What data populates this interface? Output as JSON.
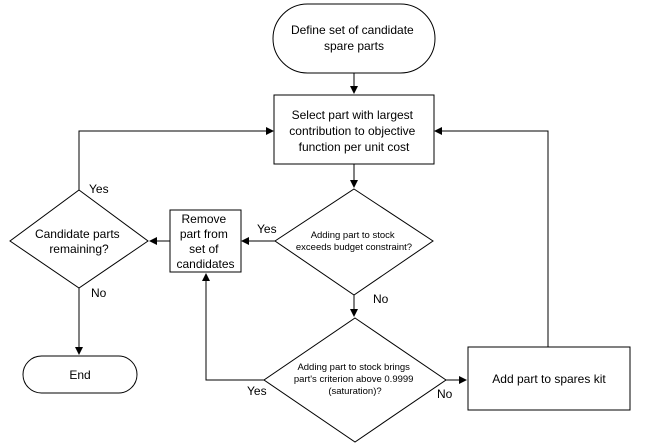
{
  "nodes": {
    "define": {
      "lines": [
        "Define set of candidate",
        "spare parts"
      ]
    },
    "select": {
      "lines": [
        "Select part with largest",
        "contribution to objective",
        "function per unit cost"
      ]
    },
    "budget": {
      "lines": [
        "Adding part to stock",
        "exceeds budget constraint?"
      ]
    },
    "remaining": {
      "lines": [
        "Candidate parts",
        "remaining?"
      ]
    },
    "remove": {
      "lines": [
        "Remove",
        "part from",
        "set of",
        "candidates"
      ]
    },
    "saturation": {
      "lines": [
        "Adding part to stock brings",
        "part's criterion above 0.9999",
        "(saturation)?"
      ]
    },
    "add": {
      "lines": [
        "Add part to spares kit"
      ]
    },
    "end": {
      "lines": [
        "End"
      ]
    }
  },
  "edge_labels": {
    "budget_yes": "Yes",
    "budget_no": "No",
    "remaining_yes": "Yes",
    "remaining_no": "No",
    "saturation_yes": "Yes",
    "saturation_no": "No"
  }
}
